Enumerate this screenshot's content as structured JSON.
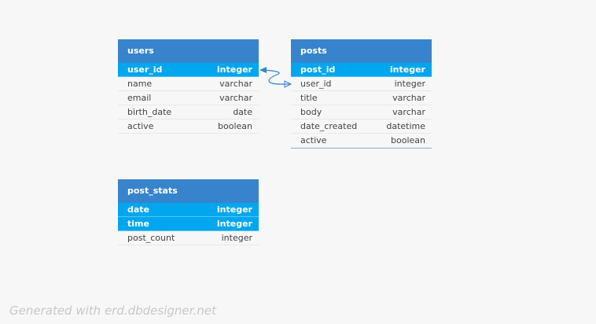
{
  "tables": {
    "users": {
      "name": "users",
      "columns": [
        {
          "name": "user_id",
          "type": "integer",
          "pk": true
        },
        {
          "name": "name",
          "type": "varchar",
          "pk": false
        },
        {
          "name": "email",
          "type": "varchar",
          "pk": false
        },
        {
          "name": "birth_date",
          "type": "date",
          "pk": false
        },
        {
          "name": "active",
          "type": "boolean",
          "pk": false
        }
      ]
    },
    "posts": {
      "name": "posts",
      "columns": [
        {
          "name": "post_id",
          "type": "integer",
          "pk": true
        },
        {
          "name": "user_id",
          "type": "integer",
          "pk": false
        },
        {
          "name": "title",
          "type": "varchar",
          "pk": false
        },
        {
          "name": "body",
          "type": "varchar",
          "pk": false
        },
        {
          "name": "date_created",
          "type": "datetime",
          "pk": false
        },
        {
          "name": "active",
          "type": "boolean",
          "pk": false
        }
      ]
    },
    "post_stats": {
      "name": "post_stats",
      "columns": [
        {
          "name": "date",
          "type": "integer",
          "pk": true
        },
        {
          "name": "time",
          "type": "integer",
          "pk": true
        },
        {
          "name": "post_count",
          "type": "integer",
          "pk": false
        }
      ]
    }
  },
  "relations": [
    {
      "from": "posts.user_id",
      "to": "users.user_id"
    }
  ],
  "colors": {
    "header": "#3784cc",
    "primary_key_row": "#00a6ee",
    "relation_line": "#3784cc",
    "background": "#f7f7f7"
  },
  "footer": "Generated with erd.dbdesigner.net"
}
